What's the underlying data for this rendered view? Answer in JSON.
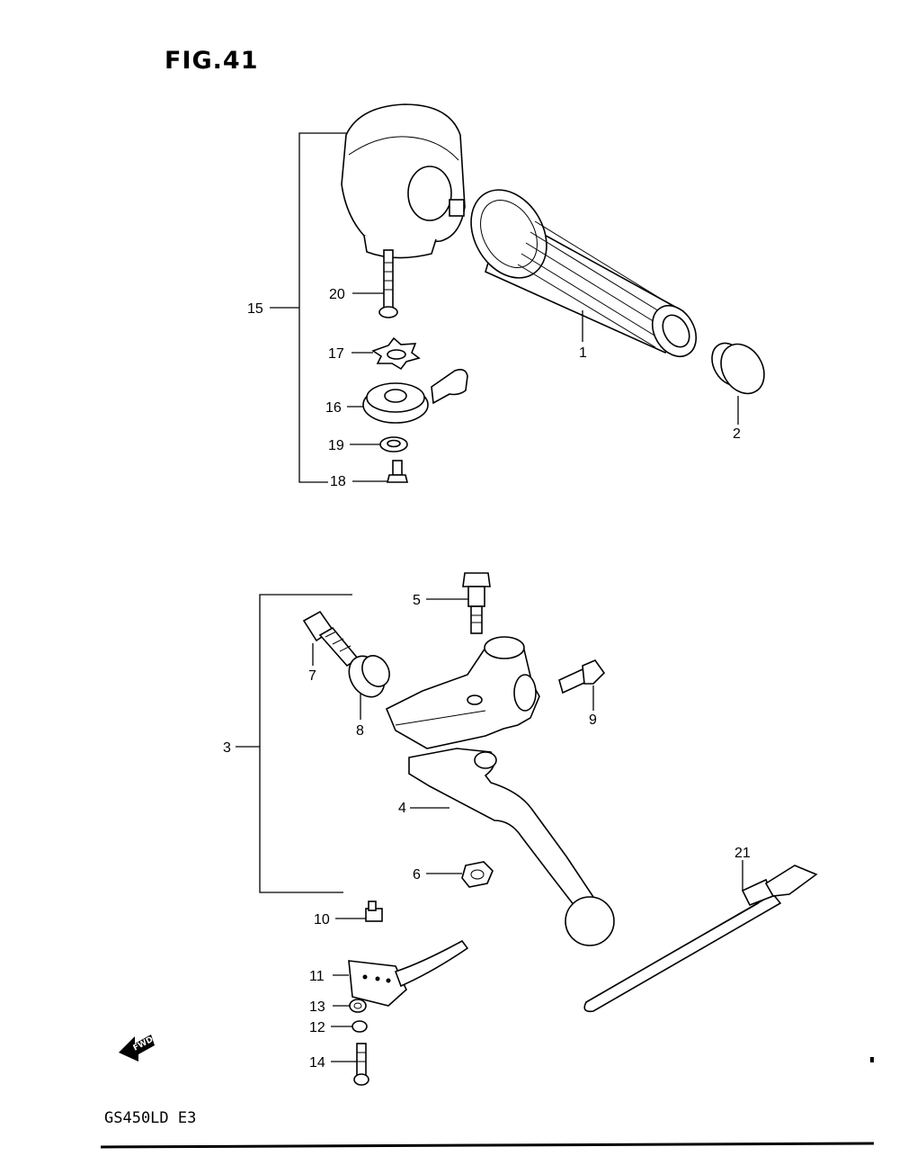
{
  "figure": {
    "title": "FIG.41",
    "model": "GS450LD E3",
    "fwd_label": "FWD"
  },
  "callouts": [
    "1",
    "2",
    "3",
    "4",
    "5",
    "6",
    "7",
    "8",
    "9",
    "10",
    "11",
    "12",
    "13",
    "14",
    "15",
    "16",
    "17",
    "18",
    "19",
    "20",
    "21"
  ]
}
